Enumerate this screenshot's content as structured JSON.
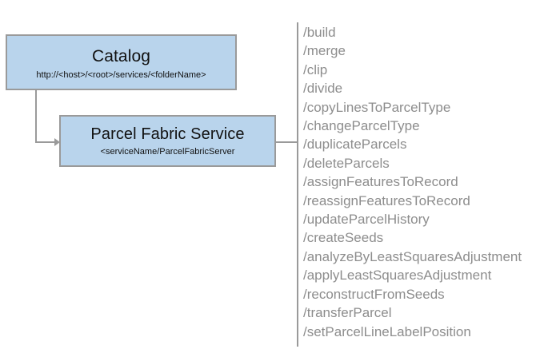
{
  "diagram": {
    "background_color": "#ffffff",
    "node_fill_color": "#b9d4ec",
    "node_border_color": "#9a9a9a",
    "connector_color": "#9a9a9a",
    "list_text_color": "#8d8d8d"
  },
  "nodes": {
    "catalog": {
      "title": "Catalog",
      "subtitle": "http://<host>/<root>/services/<folderName>"
    },
    "parcel_fabric_service": {
      "title": "Parcel Fabric Service",
      "subtitle": "<serviceName/ParcelFabricServer"
    }
  },
  "operations": {
    "items": [
      "/build",
      "/merge",
      "/clip",
      "/divide",
      "/copyLinesToParcelType",
      "/changeParcelType",
      "/duplicateParcels",
      "/deleteParcels",
      "/assignFeaturesToRecord",
      "/reassignFeaturesToRecord",
      "/updateParcelHistory",
      "/createSeeds",
      "/analyzeByLeastSquaresAdjustment",
      "/applyLeastSquaresAdjustment",
      "/reconstructFromSeeds",
      "/transferParcel",
      "/setParcelLineLabelPosition"
    ]
  }
}
